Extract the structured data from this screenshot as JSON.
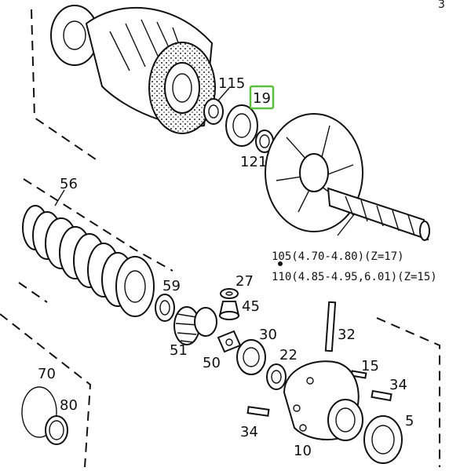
{
  "page_number": "3",
  "highlight_color": "#5bbf3c",
  "labels": {
    "p115": "115",
    "p19": "19",
    "p121": "121",
    "p56": "56",
    "p105": "105(4.70-4.80)(Z=17)",
    "p110": "110(4.85-4.95,6.01)(Z=15)",
    "p59": "59",
    "p27": "27",
    "p45": "45",
    "p51": "51",
    "p30": "30",
    "p32": "32",
    "p50": "50",
    "p22": "22",
    "p15": "15",
    "p34a": "34",
    "p70": "70",
    "p80": "80",
    "p5": "5",
    "p34b": "34",
    "p10": "10"
  }
}
